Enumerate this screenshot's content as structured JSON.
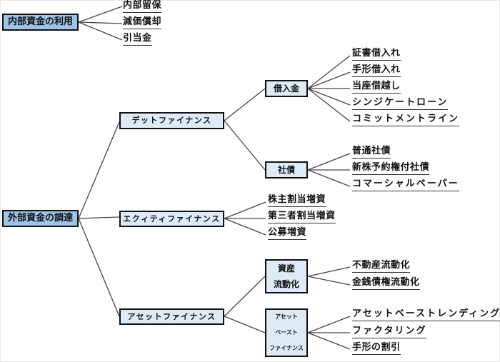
{
  "internal": {
    "root_label": "内部資金の利用",
    "leaves": [
      "内部留保",
      "減価償却",
      "引当金"
    ]
  },
  "external": {
    "root_label": "外部資金の調達",
    "debt": {
      "label": "デットファイナンス",
      "borrowing": {
        "label": "借入金",
        "leaves": [
          "証書借入れ",
          "手形借入れ",
          "当座借越し",
          "シンジケートローン",
          "コミットメントライン"
        ]
      },
      "bonds": {
        "label": "社債",
        "leaves": [
          "普通社債",
          "新株予約権付社債",
          "コマーシャルペーパー"
        ]
      }
    },
    "equity": {
      "label": "エクィティファイナンス",
      "leaves": [
        "株主割当増資",
        "第三者割当増資",
        "公募増資"
      ]
    },
    "asset": {
      "label": "アセットファイナンス",
      "securitization": {
        "label_lines": [
          "資産",
          "流動化"
        ],
        "leaves": [
          "不動産流動化",
          "金銭債権流動化"
        ]
      },
      "abf": {
        "label_lines": [
          "アセット",
          "ベースト",
          "ファイナンス"
        ],
        "leaves": [
          "アセットベーストレンディング",
          "ファクタリング",
          "手形の割引"
        ]
      }
    }
  }
}
